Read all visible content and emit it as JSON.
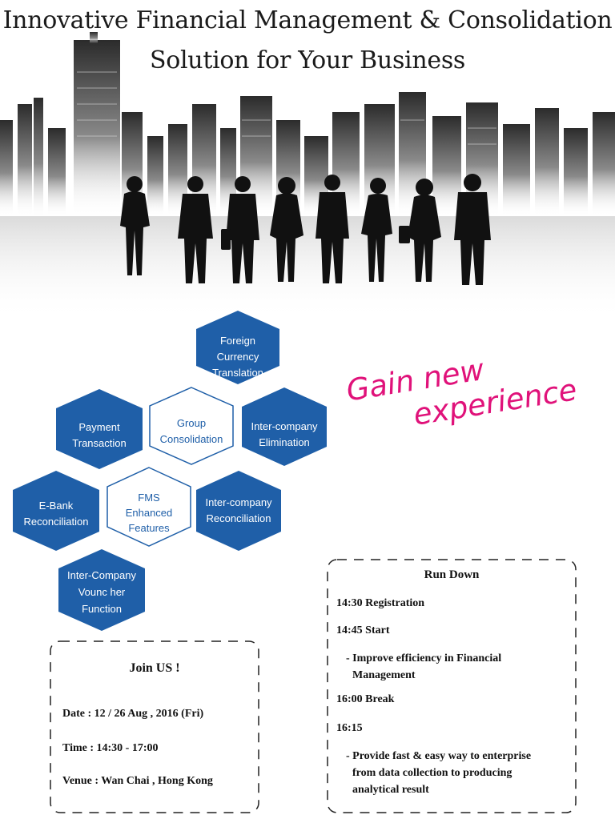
{
  "title": {
    "line1": "Innovative Financial Management & Consolidation",
    "line2": "Solution for Your Business"
  },
  "hexagons": {
    "foreign_currency": [
      "Foreign",
      "Currency",
      "Translation"
    ],
    "group_consolidation": [
      "Group",
      "Consolidation"
    ],
    "payment_transaction": [
      "Payment",
      "Transaction"
    ],
    "intercompany_elimination": [
      "Inter-company",
      "Elimination"
    ],
    "fms_enhanced": [
      "FMS",
      "Enhanced",
      "Features"
    ],
    "ebank_reconciliation": [
      "E-Bank",
      "Reconciliation"
    ],
    "intercompany_reconciliation": [
      "Inter-company",
      "Reconciliation"
    ],
    "voucher_function": [
      "Inter-Company",
      "Vounc her",
      "Function"
    ]
  },
  "slogan": {
    "line1": "Gain new",
    "line2": "experience"
  },
  "join": {
    "heading": "Join US !",
    "date": "Date   : 12  / 26 Aug , 2016 (Fri)",
    "time": "Time  : 14:30 - 17:00",
    "venue": "Venue :  Wan Chai , Hong Kong"
  },
  "rundown": {
    "heading": "Run Down",
    "items": [
      "14:30  Registration",
      "14:45  Start",
      "16:00   Break",
      "16:15"
    ],
    "bullets": [
      {
        "line1": "- Improve efficiency in Financial",
        "line2": "Management"
      },
      {
        "line1": "- Provide fast & easy way to enterprise",
        "line2": "from data collection to producing",
        "line3": "analytical result"
      }
    ]
  },
  "colors": {
    "hex_fill": "#1f5fa8",
    "slogan": "#e0127a"
  }
}
